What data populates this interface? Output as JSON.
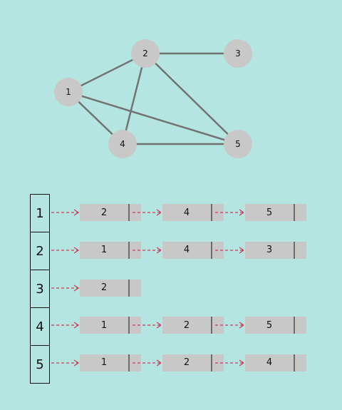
{
  "graph": {
    "nodes": [
      {
        "id": "1",
        "label": "1"
      },
      {
        "id": "2",
        "label": "2"
      },
      {
        "id": "3",
        "label": "3"
      },
      {
        "id": "4",
        "label": "4"
      },
      {
        "id": "5",
        "label": "5"
      }
    ],
    "edges": [
      [
        "1",
        "2"
      ],
      [
        "1",
        "4"
      ],
      [
        "1",
        "5"
      ],
      [
        "2",
        "3"
      ],
      [
        "2",
        "4"
      ],
      [
        "2",
        "5"
      ],
      [
        "4",
        "5"
      ]
    ]
  },
  "adjacency_list": [
    {
      "index": "1",
      "neighbors": [
        "2",
        "4",
        "5"
      ]
    },
    {
      "index": "2",
      "neighbors": [
        "1",
        "4",
        "3"
      ]
    },
    {
      "index": "3",
      "neighbors": [
        "2"
      ]
    },
    {
      "index": "4",
      "neighbors": [
        "1",
        "2",
        "5"
      ]
    },
    {
      "index": "5",
      "neighbors": [
        "1",
        "2",
        "4"
      ]
    }
  ],
  "colors": {
    "background": "#b5e5e0",
    "node": "#c8c8c8",
    "edge": "#737373",
    "arrow": "#d23a5a",
    "border": "#111111"
  }
}
